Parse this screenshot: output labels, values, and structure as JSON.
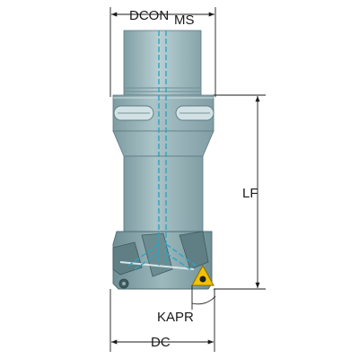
{
  "labels": {
    "dcon": "DCON",
    "ms": "MS",
    "lf": "LF",
    "kapr": "KAPR",
    "dc": "DC"
  },
  "colors": {
    "body_light": "#a9c2c6",
    "body_mid": "#8faeb3",
    "body_dark": "#6f8f95",
    "coolant": "#2aa6c4",
    "insert": "#f2c200",
    "dimension_line": "#1a1a1a"
  },
  "icons": {
    "insert": "triangular-insert-icon",
    "torx": "torx-screw-icon"
  }
}
